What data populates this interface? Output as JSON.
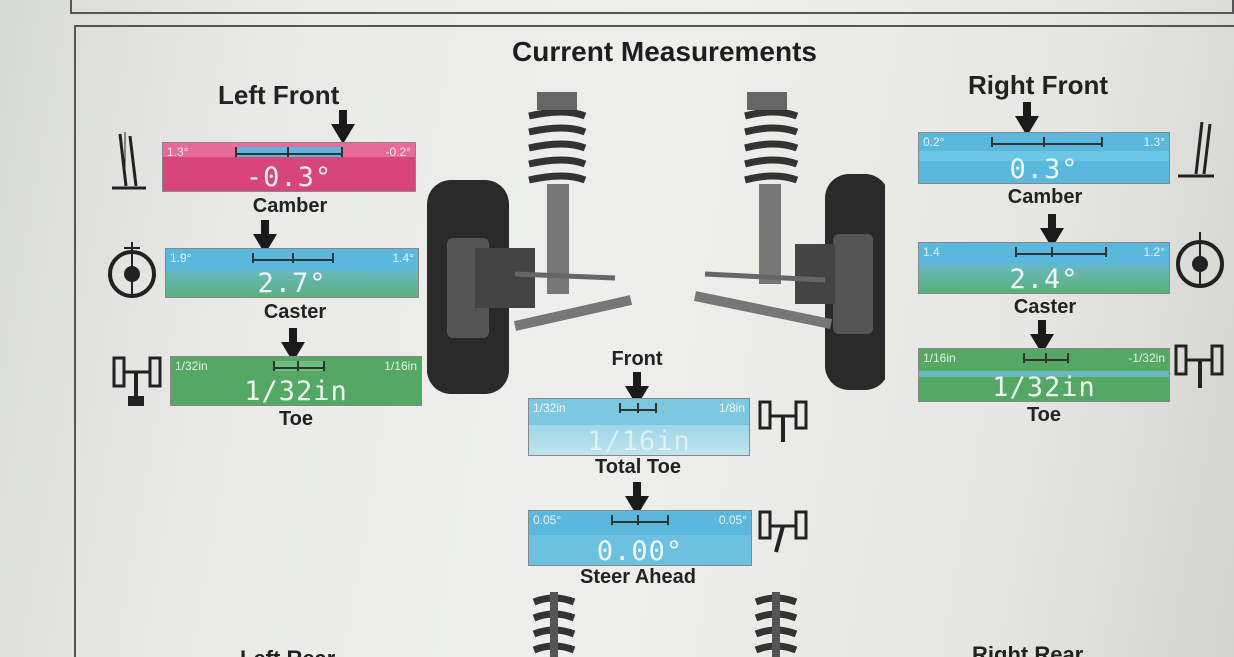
{
  "title": "Current Measurements",
  "left_front": {
    "heading": "Left Front",
    "camber": {
      "label": "Camber",
      "left": "1.3°",
      "right": "-0.2°",
      "value": "-0.3°"
    },
    "caster": {
      "label": "Caster",
      "left": "1.9°",
      "right": "1.4°",
      "value": "2.7°"
    },
    "toe": {
      "label": "Toe",
      "left": "1/32in",
      "right": "1/16in",
      "value": "1/32in"
    }
  },
  "right_front": {
    "heading": "Right Front",
    "camber": {
      "label": "Camber",
      "left": "0.2°",
      "right": "1.3°",
      "value": "0.3°"
    },
    "caster": {
      "label": "Caster",
      "left": "1.4",
      "right": "1.2°",
      "value": "2.4°"
    },
    "toe": {
      "label": "Toe",
      "left": "1/16in",
      "right": "-1/32in",
      "value": "1/32in"
    }
  },
  "center": {
    "front_label": "Front",
    "total_toe": {
      "label": "Total Toe",
      "left": "1/32in",
      "right": "1/8in",
      "value": "1/16in"
    },
    "steer_ahead": {
      "label": "Steer Ahead",
      "left": "0.05°",
      "right": "0.05°",
      "value": "0.00°"
    }
  },
  "bottom": {
    "left": "Left Rear",
    "right": "Right Rear"
  },
  "colors": {
    "pink": "#d8457a",
    "blue": "#5ab8dc",
    "green": "#54a864",
    "border": "#555555"
  },
  "icons": [
    "camber-icon",
    "caster-icon",
    "toe-icon",
    "strut-spring-icon",
    "wheel-icon",
    "axle-icon"
  ]
}
